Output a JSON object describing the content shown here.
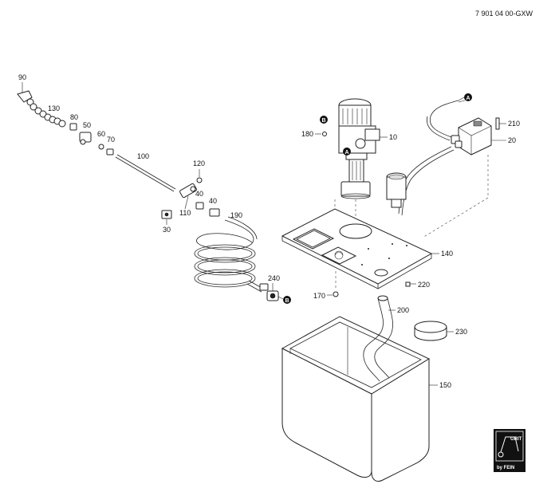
{
  "document_id": "7 901 04 00-GXW",
  "part_labels": {
    "p10": "10",
    "p20": "20",
    "p30": "30",
    "p40a": "40",
    "p40b": "40",
    "p50": "50",
    "p60": "60",
    "p70": "70",
    "p80": "80",
    "p90": "90",
    "p100": "100",
    "p110": "110",
    "p120": "120",
    "p130": "130",
    "p140": "140",
    "p150": "150",
    "p170": "170",
    "p180": "180",
    "p190": "190",
    "p200": "200",
    "p210": "210",
    "p220": "220",
    "p230": "230",
    "p240": "240"
  },
  "connection_markers": {
    "a1": "A",
    "a2": "A",
    "b1": "B",
    "b2": "B"
  },
  "logo": {
    "top_text": "GRIT",
    "bottom_text": "by FEIN"
  }
}
